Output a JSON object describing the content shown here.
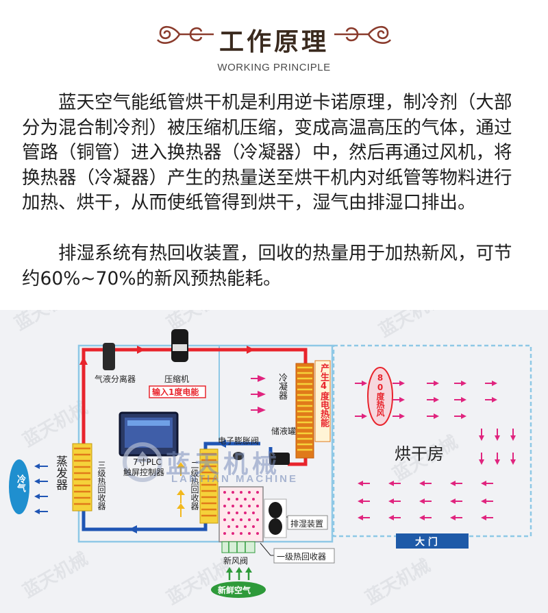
{
  "header": {
    "title": "工作原理",
    "subtitle": "WORKING PRINCIPLE"
  },
  "paragraphs": [
    "蓝天空气能纸管烘干机是利用逆卡诺原理，制冷剂（大部分为混合制冷剂）被压缩机压缩，变成高温高压的气体，通过管路（铜管）进入换热器（冷凝器）中，然后再通过风机，将换热器（冷凝器）产生的热量送至烘干机内对纸管等物料进行加热、烘干，从而使纸管得到烘干，湿气由排湿口排出。",
    "排湿系统有热回收装置，回收的热量用于加热新风，可节约60%~70%的新风预热能耗。"
  ],
  "diagram": {
    "labels": {
      "gas_liquid_separator": "气液分离器",
      "compressor": "压缩机",
      "input_power": "输入1度电能",
      "condenser": "冷凝器",
      "output_heat": "产生4度电热能",
      "hot_air": "80度热风",
      "plc_model": "7寸PLC",
      "plc_name": "触屏控制器",
      "liquid_tank": "储液罐",
      "expansion_valve": "电子膨胀阀",
      "drying_room": "烘干房",
      "evaporator": "蒸发器",
      "stage3_recovery": "三级热回收器",
      "stage2_recovery": "二级热回收器",
      "cold_air": "冷气",
      "dehumidifier": "排湿装置",
      "stage1_recovery": "一级热回收器",
      "fresh_air_valve": "新风阀",
      "fresh_air": "新鲜空气",
      "door": "大 门",
      "brand_cn": "蓝天机械",
      "brand_en": "LANTIAN MACHINE"
    },
    "colors": {
      "pipe_red": "#e8242c",
      "pipe_blue": "#1f55b4",
      "room_border": "#8ec8e6",
      "arrow_magenta": "#e0247e",
      "arrow_yellow": "#f2b81c",
      "door_blue": "#1e5aa8",
      "coil_orange": "#e07a1a",
      "coil_yellow": "#f5d23a",
      "green": "#2e9a3a"
    }
  }
}
